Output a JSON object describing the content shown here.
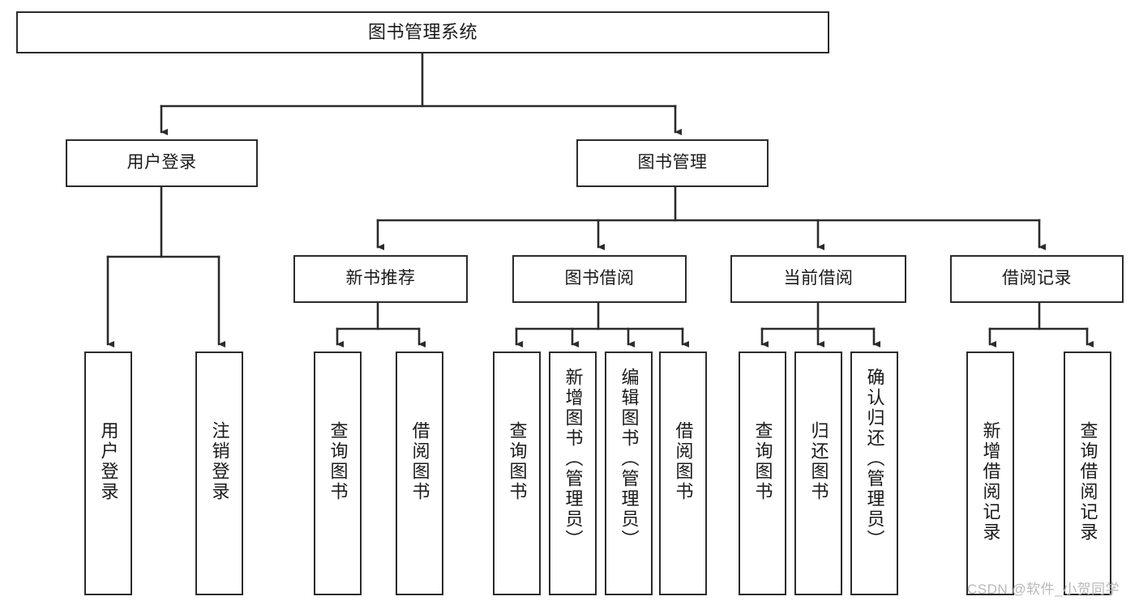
{
  "diagram": {
    "title": "图书管理系统",
    "type": "tree-hierarchy",
    "watermark": "CSDN @软件_小贺同学",
    "colors": {
      "stroke": "#2b2b2b",
      "fill": "#ffffff",
      "text": "#1a1a1a",
      "watermark": "#b9b9b9"
    },
    "nodes": {
      "root": {
        "label": "图书管理系统"
      },
      "level2": [
        {
          "label": "用户登录"
        },
        {
          "label": "图书管理"
        }
      ],
      "level3": [
        {
          "label": "新书推荐"
        },
        {
          "label": "图书借阅"
        },
        {
          "label": "当前借阅"
        },
        {
          "label": "借阅记录"
        }
      ],
      "leaves": {
        "user_login": [
          {
            "label": "用户登录"
          },
          {
            "label": "注销登录"
          }
        ],
        "new_book_recommend": [
          {
            "label": "查询图书"
          },
          {
            "label": "借阅图书"
          }
        ],
        "book_borrow": [
          {
            "label": "查询图书"
          },
          {
            "label": "新增图书（管理员）"
          },
          {
            "label": "编辑图书（管理员）"
          },
          {
            "label": "借阅图书"
          }
        ],
        "current_borrow": [
          {
            "label": "查询图书"
          },
          {
            "label": "归还图书"
          },
          {
            "label": "确认归还（管理员）"
          }
        ],
        "borrow_record": [
          {
            "label": "新增借阅记录"
          },
          {
            "label": "查询借阅记录"
          }
        ]
      }
    }
  }
}
